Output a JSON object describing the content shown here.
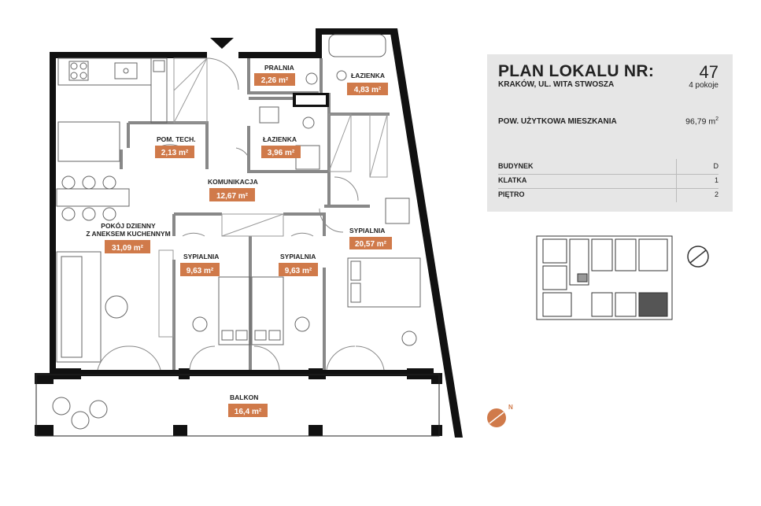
{
  "title": "PLAN LOKALU NR:",
  "lokal_number": "47",
  "address": "KRAKÓW, UL. WITA STWOSZA",
  "rooms_count": "4 pokoje",
  "usable_area_label": "POW. UŻYTKOWA MIESZKANIA",
  "usable_area_value": "96,79 m",
  "usable_area_unit_sup": "2",
  "details": [
    {
      "label": "BUDYNEK",
      "value": "D"
    },
    {
      "label": "KLATKA",
      "value": "1"
    },
    {
      "label": "PIĘTRO",
      "value": "2"
    }
  ],
  "rooms": {
    "pralnia": {
      "name": "PRALNIA",
      "area": "2,26 m²"
    },
    "lazienka1": {
      "name": "ŁAZIENKA",
      "area": "4,83 m²"
    },
    "pom_tech": {
      "name": "POM. TECH.",
      "area": "2,13 m²"
    },
    "lazienka2": {
      "name": "ŁAZIENKA",
      "area": "3,96 m²"
    },
    "komunikacja": {
      "name": "KOMUNIKACJA",
      "area": "12,67 m²"
    },
    "pokoj_line1": "POKÓJ DZIENNY",
    "pokoj_line2": "Z ANEKSEM KUCHENNYM",
    "pokoj_area": "31,09 m²",
    "sypialnia_big": {
      "name": "SYPIALNIA",
      "area": "20,57 m²"
    },
    "sypialnia1": {
      "name": "SYPIALNIA",
      "area": "9,63 m²"
    },
    "sypialnia2": {
      "name": "SYPIALNIA",
      "area": "9,63 m²"
    },
    "balkon": {
      "name": "BALKON",
      "area": "16,4 m²"
    }
  },
  "colors": {
    "accent": "#d07a4a",
    "panel_bg": "#e6e6e6",
    "wall": "#111111",
    "highlight_unit": "#555555"
  },
  "icons": [
    "compass-icon",
    "compass-small-icon",
    "entrance-arrow-icon"
  ]
}
